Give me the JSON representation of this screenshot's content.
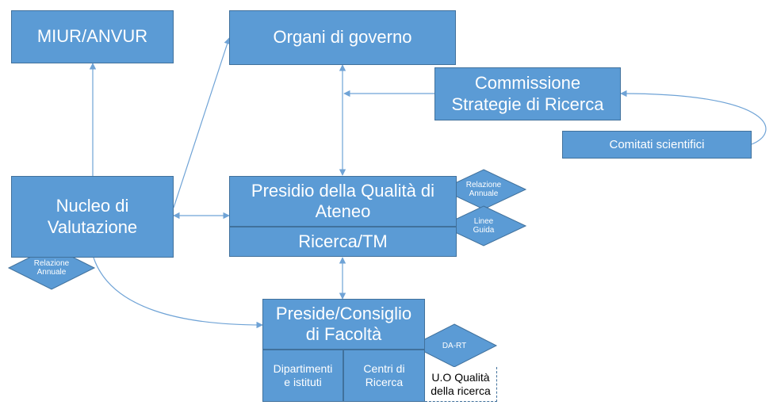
{
  "colors": {
    "box_fill": "#5b9bd5",
    "box_border": "#41719c",
    "connector": "#6fa3d6"
  },
  "nodes": {
    "miur": "MIUR/ANVUR",
    "organi": "Organi di governo",
    "commissione_line1": "Commissione",
    "commissione_line2": "Strategie di Ricerca",
    "comitati": "Comitati scientifici",
    "nucleo_line1": "Nucleo di",
    "nucleo_line2": "Valutazione",
    "presidio_line1": "Presidio della Qualità di",
    "presidio_line2": "Ateneo",
    "ricerca_tm": "Ricerca/TM",
    "preside_line1": "Preside/Consiglio",
    "preside_line2": "di Facoltà",
    "dipartimenti_line1": "Dipartimenti",
    "dipartimenti_line2": "e istituti",
    "centri_line1": "Centri di",
    "centri_line2": "Ricerca",
    "uo_line1": "U.O Qualità",
    "uo_line2": "della ricerca"
  },
  "badges": {
    "presidio_relazione_line1": "Relazione",
    "presidio_relazione_line2": "Annuale",
    "linee_line1": "Linee",
    "linee_line2": "Guida",
    "nucleo_relazione_line1": "Relazione",
    "nucleo_relazione_line2": "Annuale",
    "dart": "DA-RT"
  }
}
